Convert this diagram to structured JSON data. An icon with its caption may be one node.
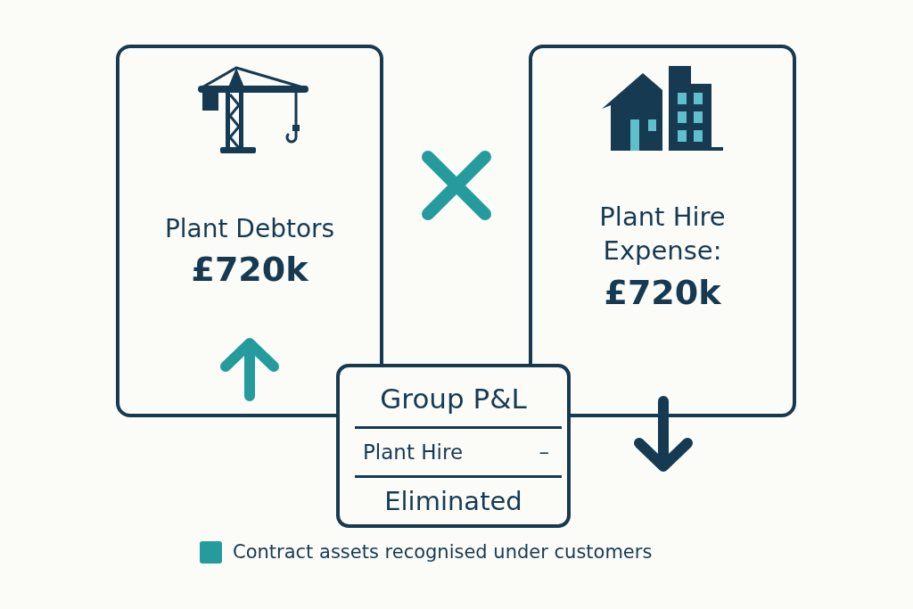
{
  "diagram": {
    "nodes": [
      {
        "text": [
          "Plant Debtors",
          "£720k"
        ]
      },
      {
        "text": [
          "Plant Hire Expense:",
          "£720k"
        ]
      },
      {
        "text": [
          "Group P&L",
          "Plant Hire",
          "–",
          "Eliminated"
        ]
      }
    ],
    "legend": [
      {
        "text": "Contract assets recognised under customers",
        "color": "#259b9e"
      }
    ]
  }
}
